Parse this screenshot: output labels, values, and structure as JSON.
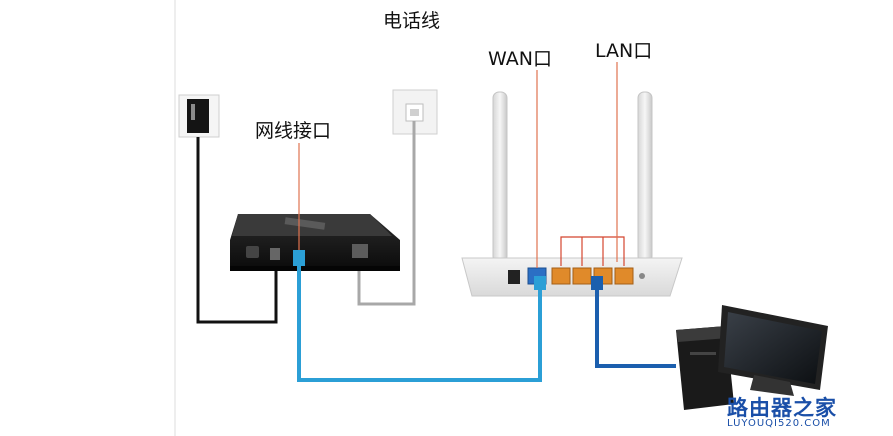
{
  "labels": {
    "phone_line": "电话线",
    "wan_port": "WAN口",
    "lan_port": "LAN口",
    "network_port": "网线接口"
  },
  "watermark": {
    "name": "路由器之家",
    "url": "LUYOUQI520.COM"
  },
  "icons": [
    "wall-socket-icon",
    "power-adapter-icon",
    "phone-jack-icon",
    "modem-icon",
    "router-icon",
    "antenna-icon",
    "desktop-tower-icon",
    "monitor-icon"
  ],
  "colors": {
    "blue_cable": "#2b9fd6",
    "dark_blue_cable": "#1b5fae",
    "power_cable": "#111111",
    "phone_cable": "#a8a8a8",
    "callout_line": "#e0734f",
    "lan_port_highlight": "#d4452f"
  }
}
